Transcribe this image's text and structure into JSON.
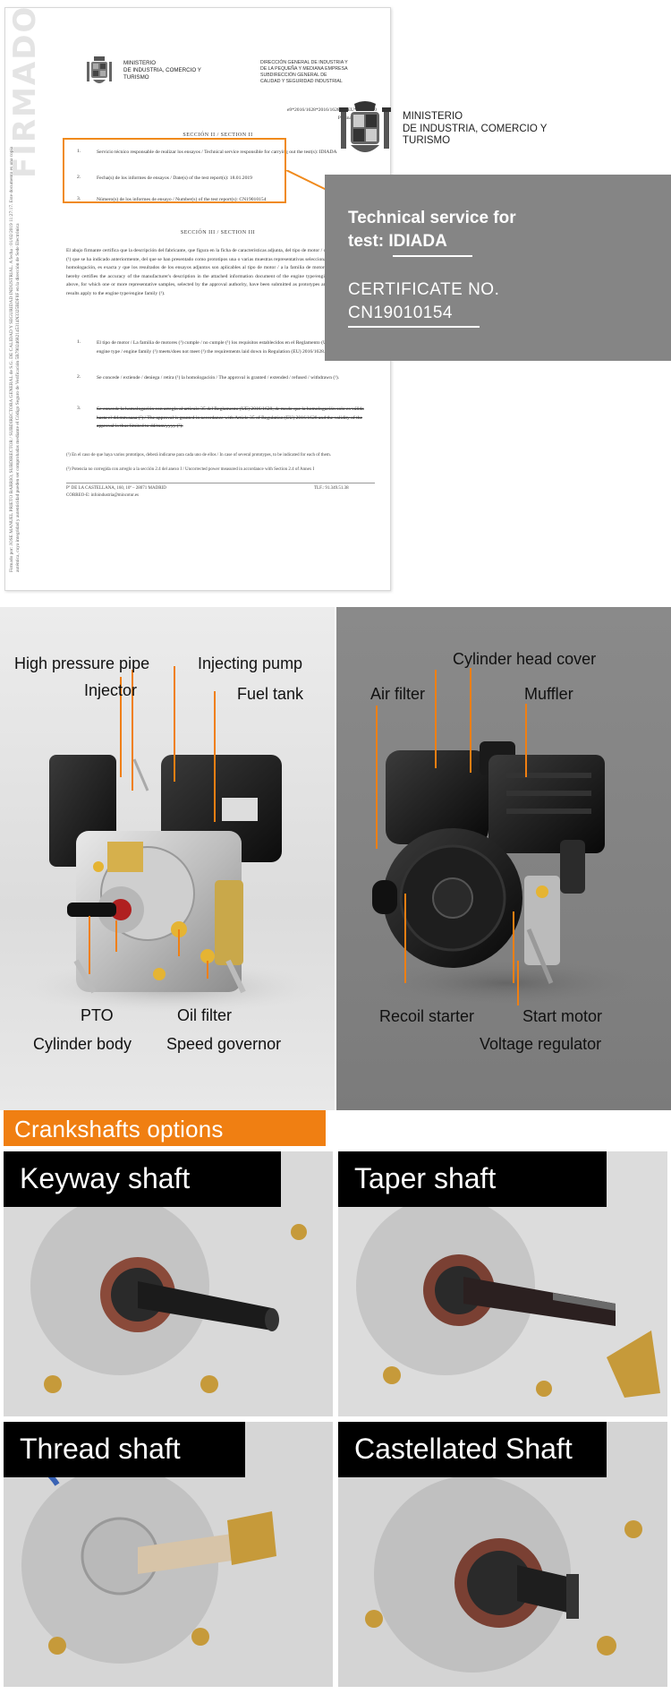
{
  "certificate": {
    "watermark": "FIRMADO",
    "sidebar_text": "Firmado por: JOSE MANUEL PRIETO BARRIO, SUBDIRECTOR / SUBDIRECTORA GENERAL de S.G. DE CALIDAD Y SEGURIDAD INDUSTRIAL. A fecha : 01/02/2019 11:27:17. Este documento es una copia auténtica, cuya integridad y autenticidad pueden ser comprobadas mediante el Código Seguro de Verificación 5B79024682145314N3325BDF8F en la dirección de Sede Electrónica",
    "ministry": "MINISTERIO\nDE INDUSTRIA, COMERCIO Y\nTURISMO",
    "direction": "DIRECCIÓN GENERAL DE INDUSTRIA Y\nDE LA PEQUEÑA Y MEDIANA EMPRESA\nSUBDIRECCIÓN GENERAL DE\nCALIDAD Y SEGURIDAD INDUSTRIAL",
    "ref_number": "e9*2016/1628*2016/1628EC/EU*12190*00",
    "page_label": "Página 2 / Page 2/9",
    "section2_title": "SECCIÓN II / SECTION II",
    "items_sec2": [
      {
        "num": "1.",
        "text": "Servicio técnico responsable de realizar los ensayos / Technical service responsible for carrying out the test(s): IDIADA"
      },
      {
        "num": "2.",
        "text": "Fecha(s) de los informes de ensayos / Date(s) of the test report(s): 18.01.2019"
      },
      {
        "num": "3.",
        "text": "Número(s) de los informes de ensayo / Number(s) of the test report(s): CN19010154"
      }
    ],
    "section3_title": "SECCIÓN III / SECTION III",
    "section3_para": "El abajo firmante certifica que la descripción del fabricante, que figura en la ficha de características adjunta, del tipo de motor / de la familia de motores (¹) que se ha indicado anteriormente, del que se han presentado como prototipos una o varias muestras representativas seleccionadas por la autoridad de homologación, es exacta y que los resultados de los ensayos adjuntos son aplicables al tipo de motor / a la familia de motores (¹). The undersigned hereby certifies the accuracy of the manufacturer's description in the attached information document of the engine type/engine family (¹) described above, for which one or more representative samples, selected by the approval authority, have been submitted as prototypes and that the attached test results apply to the engine type/engine family (¹).",
    "items_sec3": [
      {
        "num": "1.",
        "text": "El tipo de motor / La familia de motores (¹) cumple / no cumple (¹) los requisitos establecidos en el Reglamento (UE) 2016/1628 / The engine type / engine family (¹) meets/does not meet (¹) the requirements laid down in Regulation (EU) 2016/1628."
      },
      {
        "num": "2.",
        "text": "Se concede / extiende / deniega / retira (¹) la homologación / The approval is granted / extended / refused / withdrawn (¹)."
      },
      {
        "num": "3.",
        "text": "Se concede la homologación con arreglo al artículo 35 del Reglamento (UE) 2016/1628, de modo que la homologación solo es válida hasta el dd.mm.aaaa (²) / The approval is granted in accordance with Article 35 of Regulation (EU) 2016/1628 and the validity of the approval is thus limited to dd/mm/yyyy (²)."
      }
    ],
    "footnote1": "(¹) En el caso de que haya varios prototipos, deberá indicarse para cada uno de ellos / In case of several prototypes, to be indicated for each of them.",
    "footnote2": "(²) Potencia no corregida con arreglo a la sección 2.4 del anexo I / Uncorrected power measured in accordance with Section 2.4 of Annex I",
    "address": "Pº DE LA CASTELLANA, 160, 10ª – 28071 MADRID",
    "email": "CORREO-E: infoindustria@mincotur.es",
    "phone": "TLF.: 91.349.51.38",
    "right_ministry": "MINISTERIO\nDE INDUSTRIA, COMERCIO Y\nTURISMO",
    "tech_service_line1": "Technical service for",
    "tech_service_line2": "test: IDIADA",
    "cert_no_label": "CERTIFICATE  NO.",
    "cert_no_value": "CN19010154"
  },
  "parts": {
    "left": {
      "labels": {
        "high_pressure_pipe": "High pressure pipe",
        "injector": "Injector",
        "injecting_pump": "Injecting pump",
        "fuel_tank": "Fuel tank",
        "pto": "PTO",
        "oil_filter": "Oil filter",
        "cylinder_body": "Cylinder body",
        "speed_governor": "Speed governor"
      }
    },
    "right": {
      "labels": {
        "cylinder_head_cover": "Cylinder head cover",
        "air_filter": "Air filter",
        "muffler": "Muffler",
        "recoil_starter": "Recoil starter",
        "start_motor": "Start motor",
        "voltage_regulator": "Voltage regulator"
      }
    },
    "accent_color": "#f07f12"
  },
  "crankshafts": {
    "title": "Crankshafts options",
    "options": [
      {
        "label": "Keyway shaft"
      },
      {
        "label": "Taper shaft"
      },
      {
        "label": "Thread shaft"
      },
      {
        "label": "Castellated Shaft"
      }
    ],
    "tab_color": "#f07f12"
  }
}
